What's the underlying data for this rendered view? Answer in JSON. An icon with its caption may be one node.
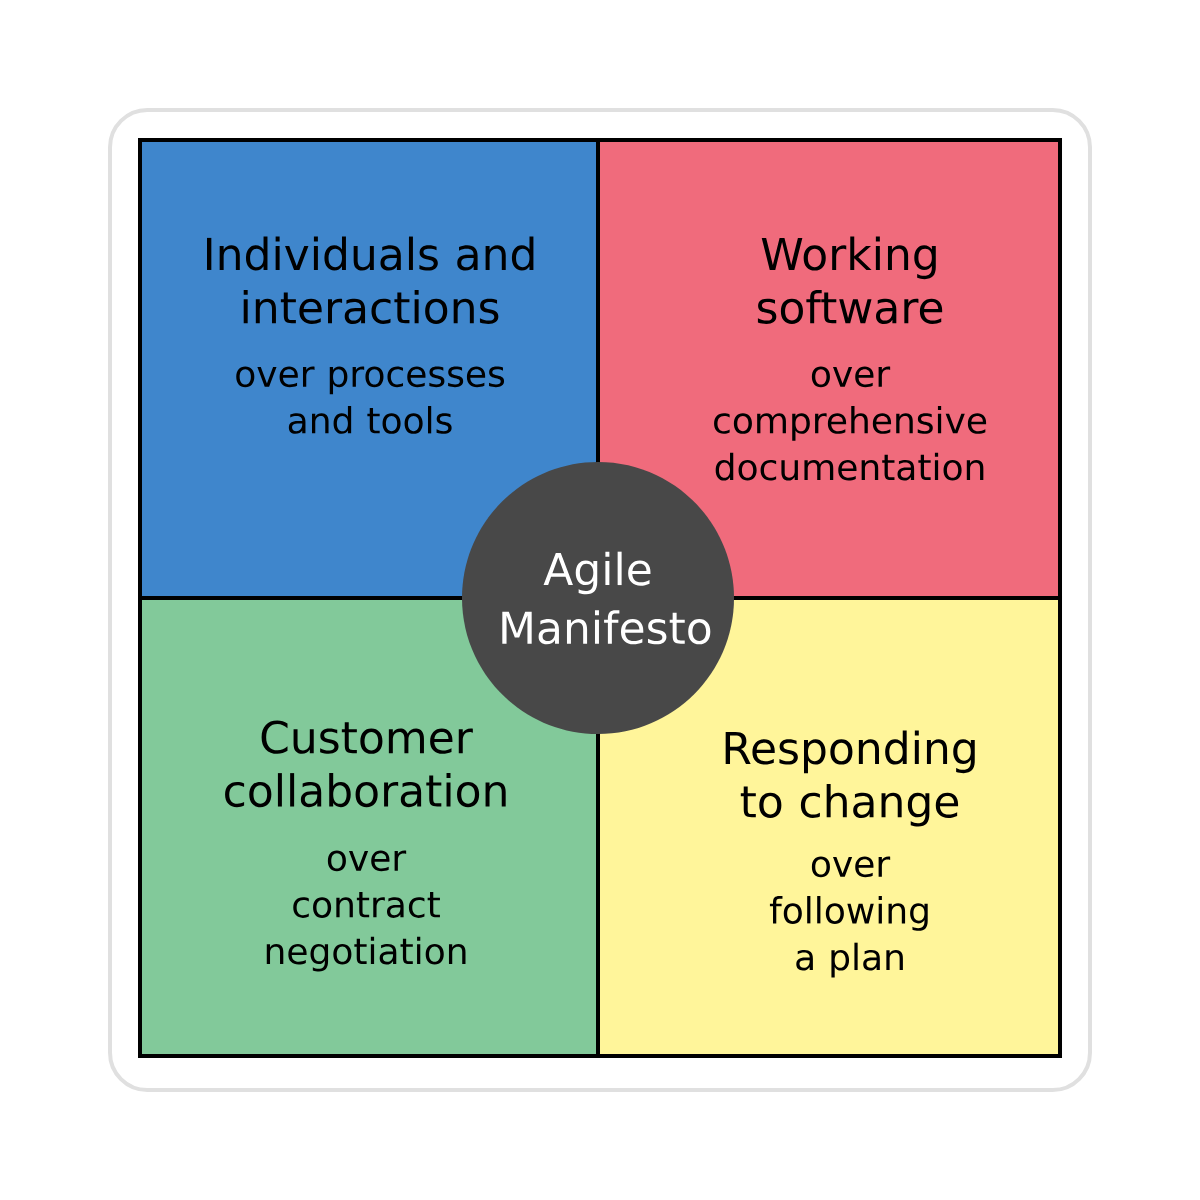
{
  "diagram": {
    "nodes": [
      {
        "text": [
          "Individuals and interactions",
          "over processes and tools"
        ]
      },
      {
        "text": [
          "Working software",
          "over comprehensive documentation"
        ]
      },
      {
        "text": [
          "Customer collaboration",
          "over contract negotiation"
        ]
      },
      {
        "text": [
          "Responding to change",
          "over following a plan"
        ]
      },
      {
        "text": [
          "Agile Manifesto"
        ]
      }
    ]
  }
}
